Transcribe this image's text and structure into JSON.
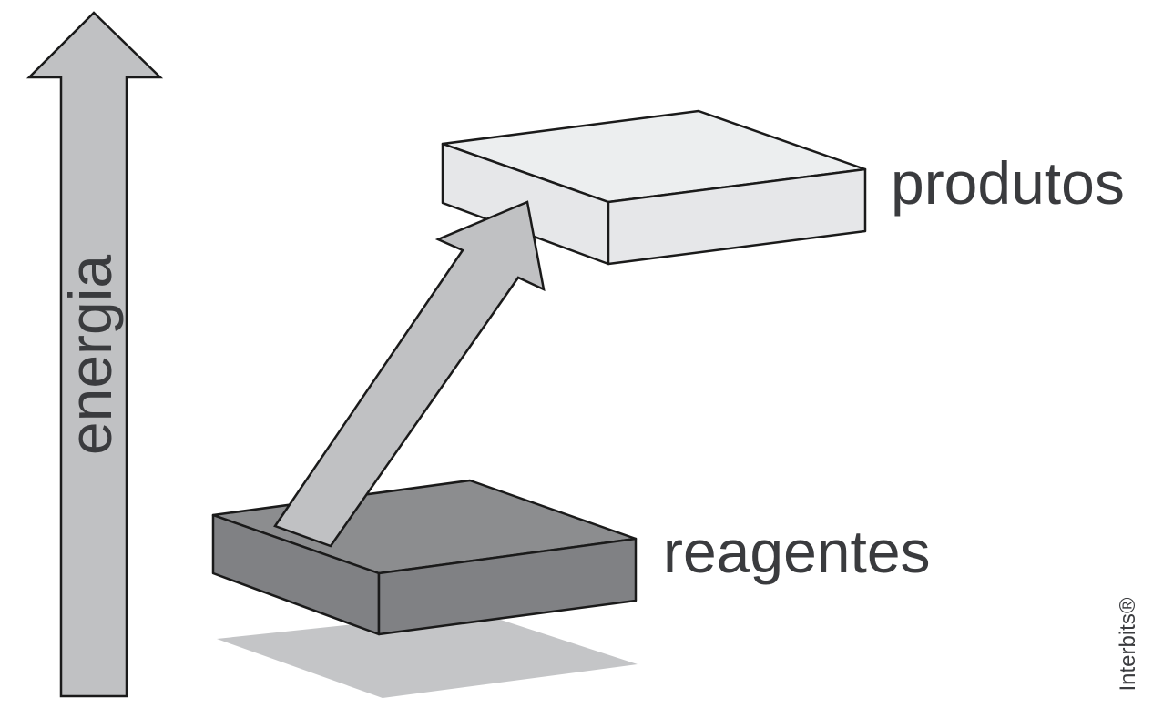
{
  "diagram": {
    "axis_label": "energia",
    "products_label": "produtos",
    "reactants_label": "reagentes",
    "credit": "Interbits®"
  },
  "colors": {
    "stroke": "#1a1a1a",
    "axis_arrow_fill": "#c0c1c3",
    "reaction_arrow_fill": "#c0c1c3",
    "products_top": "#eceeef",
    "products_side": "#e6e7e9",
    "reactants_top": "#8c8d8f",
    "reactants_side": "#808184",
    "shadow": "#c4c5c7",
    "text": "#3a3b3e"
  }
}
